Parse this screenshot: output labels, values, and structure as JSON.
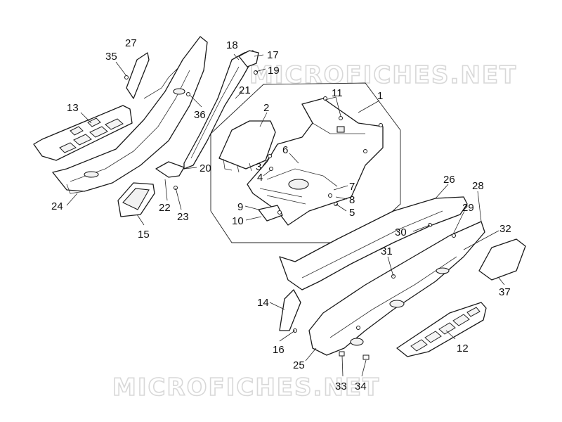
{
  "watermarks": [
    "MICROFICHES.NET",
    "MICROFICHES.NET"
  ],
  "callouts": [
    "1",
    "2",
    "3",
    "4",
    "5",
    "6",
    "7",
    "8",
    "9",
    "10",
    "11",
    "12",
    "13",
    "14",
    "15",
    "16",
    "17",
    "18",
    "19",
    "20",
    "21",
    "22",
    "23",
    "24",
    "25",
    "26",
    "27",
    "28",
    "29",
    "30",
    "31",
    "32",
    "33",
    "34",
    "35",
    "36",
    "37"
  ],
  "colors": {
    "line": "#1a1a1a",
    "watermark": "#d8d8d8",
    "background": "#ffffff"
  }
}
